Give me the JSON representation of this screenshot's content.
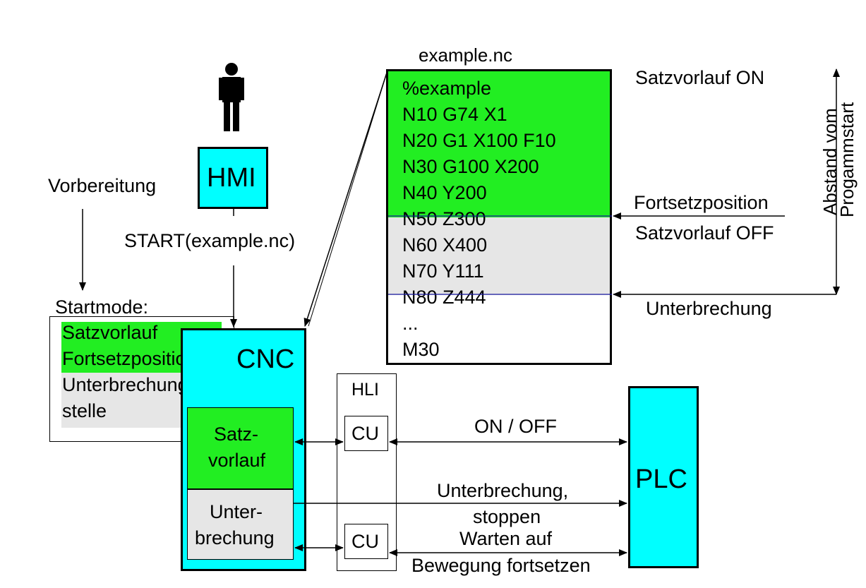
{
  "colors": {
    "green": "#22ee22",
    "cyan": "#00ffff",
    "grey": "#e6e6e6",
    "blue_line": "#1a1aa0"
  },
  "labels": {
    "hmi": "HMI",
    "cnc": "CNC",
    "plc": "PLC",
    "hli": "HLI",
    "cu1": "CU",
    "cu2": "CU",
    "vorbereitung": "Vorbereitung",
    "start_call": "START(example.nc)",
    "startmode": "Startmode:",
    "file_name": "example.nc",
    "satzvorlauf_on": "Satzvorlauf ON",
    "satzvorlauf_off": "Satzvorlauf OFF",
    "fortsetzposition": "Fortsetzposition",
    "unterbrechung_right": "Unterbrechung",
    "abstand_line1": "Abstand vom",
    "abstand_line2": "Progammstart",
    "on_off": "ON / OFF",
    "unterbrechung_stop_1": "Unterbrechung,",
    "unterbrechung_stop_2": "stoppen",
    "warten_1": "Warten auf",
    "warten_2": "Bewegung fortsetzen"
  },
  "startmode_options": [
    "Satzvorlauf",
    "Fortsetzposition",
    "Unterbrechungs-",
    "stelle"
  ],
  "cnc_modules": {
    "satzvorlauf_1": "Satz-",
    "satzvorlauf_2": "vorlauf",
    "unterbrechung_1": "Unter-",
    "unterbrechung_2": "brechung"
  },
  "nc_code": [
    "%example",
    "N10 G74 X1",
    "N20 G1 X100 F10",
    "N30 G100 X200",
    "N40 Y200",
    "N50 Z300",
    "N60 X400",
    "N70 Y111",
    "N80 Z444",
    "...",
    "M30"
  ]
}
